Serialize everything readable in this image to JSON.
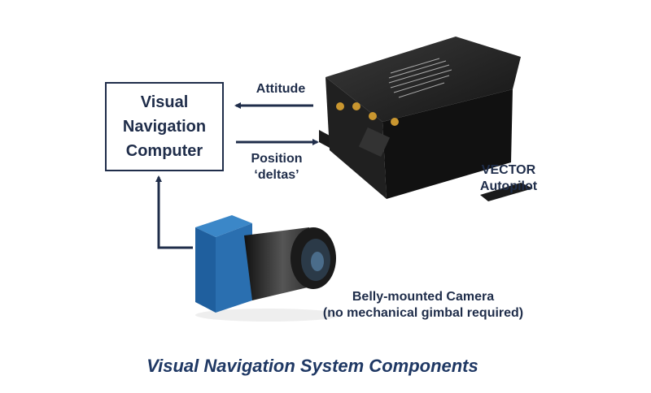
{
  "computer_box": {
    "lines": [
      "Visual",
      "Navigation",
      "Computer"
    ]
  },
  "arrows": {
    "attitude": "Attitude",
    "position": [
      "Position",
      "‘deltas’"
    ]
  },
  "autopilot": {
    "label": [
      "VECTOR",
      "Autopilot"
    ]
  },
  "camera": {
    "label": [
      "Belly-mounted Camera",
      "(no mechanical gimbal required)"
    ]
  },
  "caption": "Visual Navigation System Components",
  "colors": {
    "text": "#1f2d4a",
    "caption": "#1f3864",
    "camera_body": "#2a6fb0"
  }
}
